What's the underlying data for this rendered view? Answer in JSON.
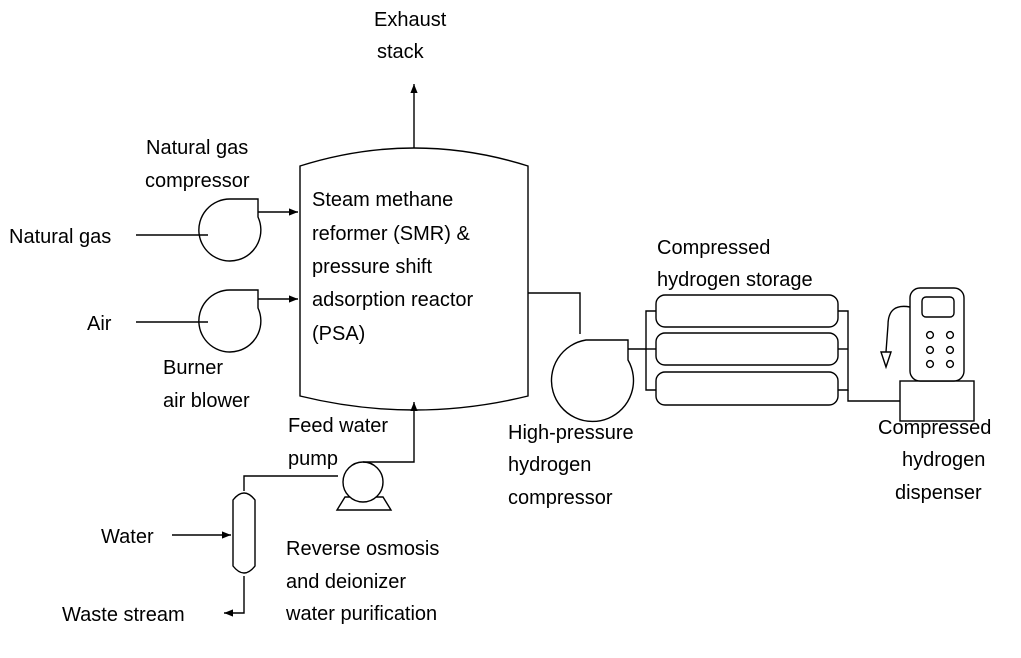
{
  "labels": {
    "exhaust_stack": [
      "Exhaust",
      "stack"
    ],
    "ng_compressor": [
      "Natural gas",
      "compressor"
    ],
    "natural_gas": "Natural gas",
    "air": "Air",
    "burner_air_blower": [
      "Burner",
      "air blower"
    ],
    "reactor": [
      "Steam methane",
      "reformer (SMR) &",
      "pressure shift",
      "adsorption reactor",
      "(PSA)"
    ],
    "h2_storage": [
      "Compressed",
      "hydrogen storage"
    ],
    "hp_compressor": [
      "High-pressure",
      "hydrogen",
      "compressor"
    ],
    "dispenser": [
      "Compressed",
      "hydrogen",
      "dispenser"
    ],
    "feed_water_pump": [
      "Feed water",
      "pump"
    ],
    "water": "Water",
    "purification": [
      "Reverse osmosis",
      "and deionizer",
      "water purification"
    ],
    "waste_stream": "Waste stream"
  }
}
